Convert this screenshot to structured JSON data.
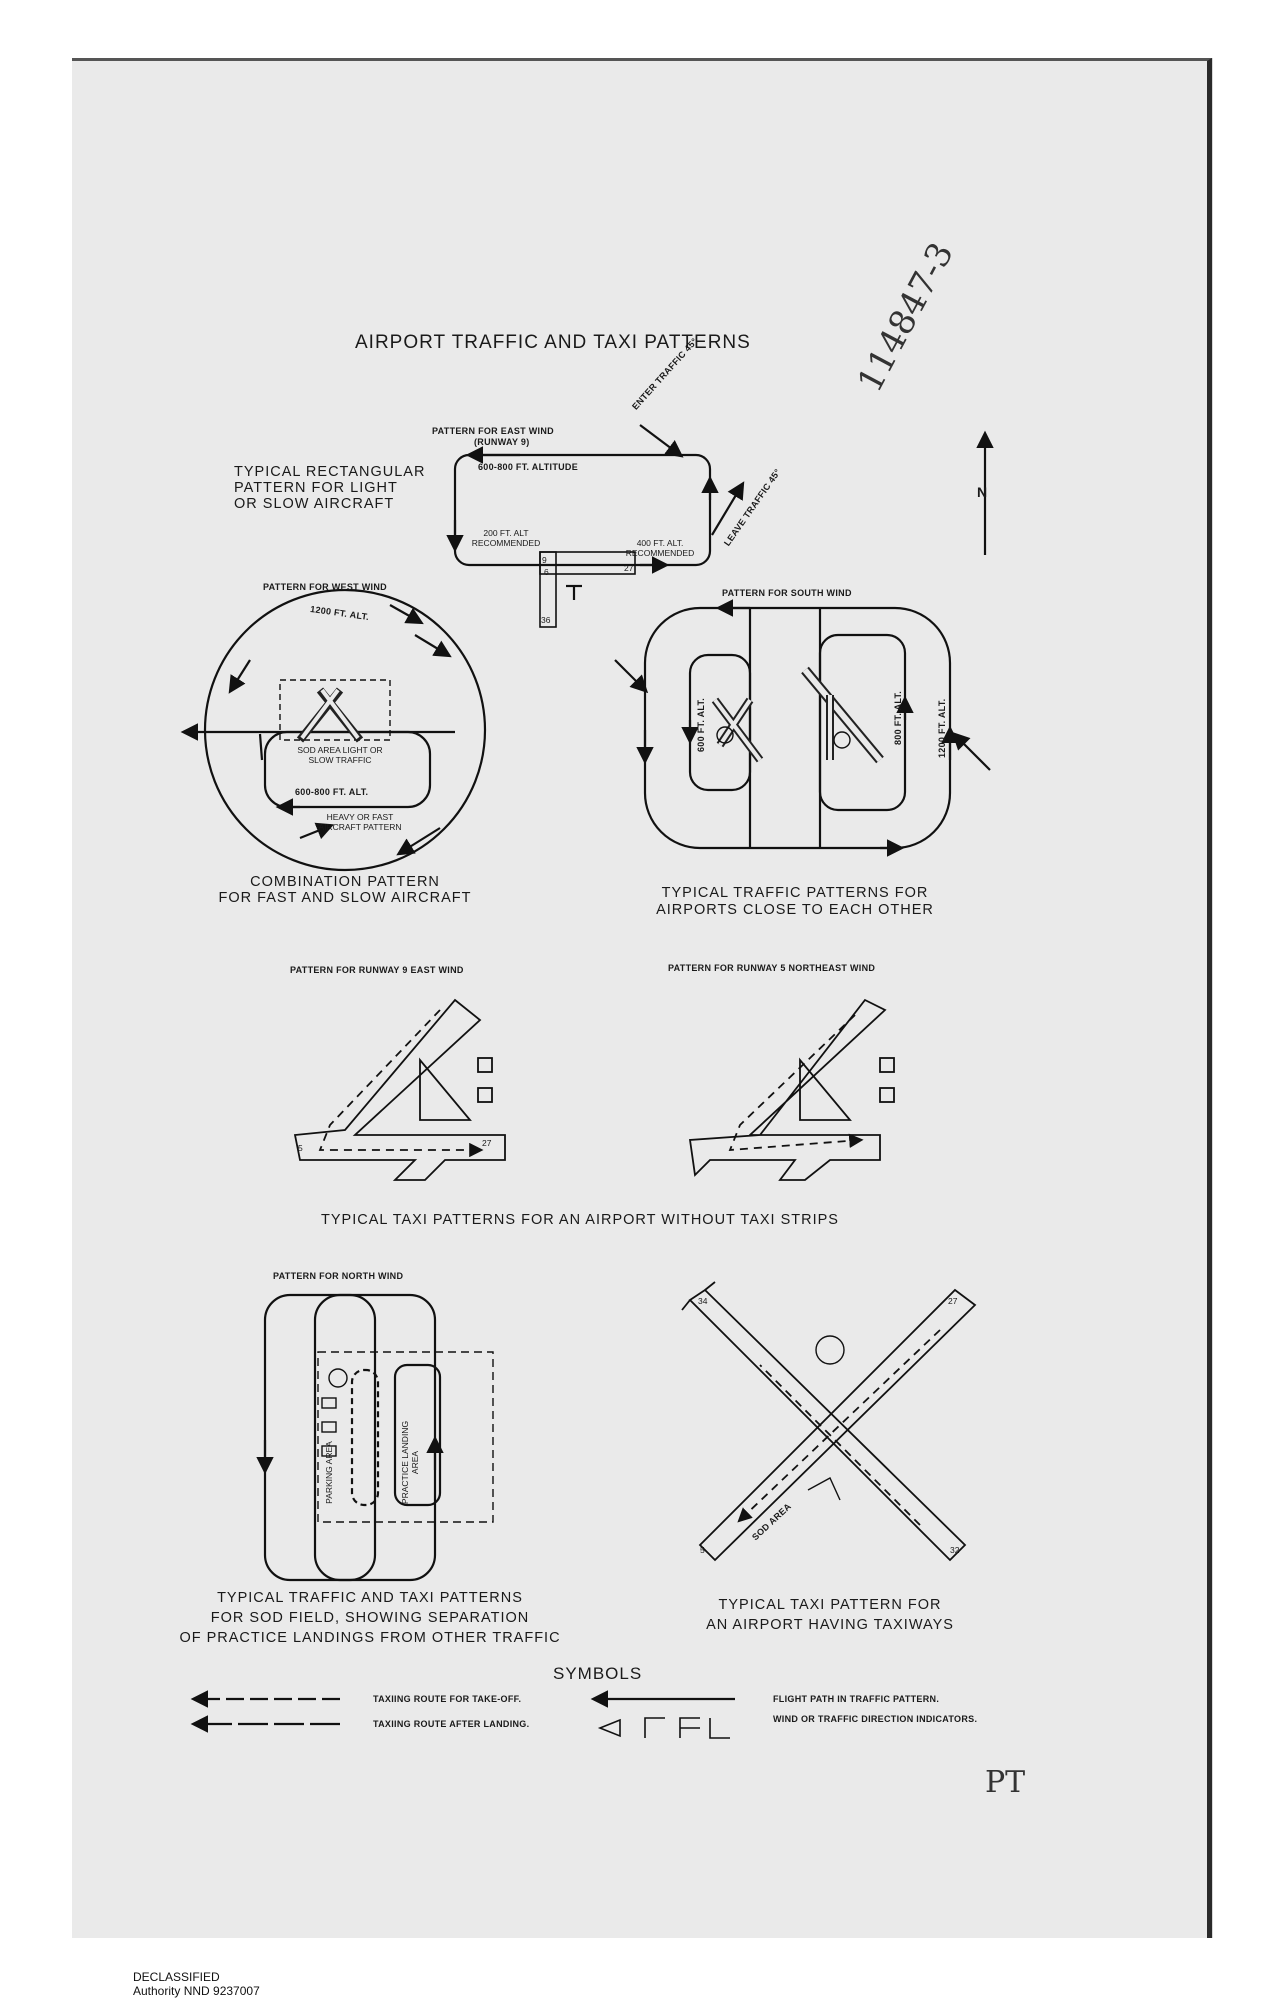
{
  "document": {
    "title": "AIRPORT TRAFFIC AND TAXI PATTERNS",
    "handwritten_ref": "114847-3",
    "handwritten_mark": "PT",
    "north_label": "N"
  },
  "rectangular": {
    "heading": "PATTERN FOR EAST WIND",
    "heading2": "(RUNWAY 9)",
    "caption_lines": [
      "TYPICAL RECTANGULAR",
      "PATTERN FOR LIGHT",
      "OR SLOW AIRCRAFT"
    ],
    "altitude": "600-800 FT. ALTITUDE",
    "enter": "ENTER TRAFFIC 45°",
    "leave": "LEAVE TRAFFIC 45°",
    "alt200": "200 FT. ALT RECOMMENDED",
    "alt400": "400 FT. ALT. RECOMMENDED",
    "rw_labels": [
      "9",
      "6",
      "27",
      "36"
    ]
  },
  "combination": {
    "heading": "PATTERN FOR WEST WIND",
    "alt1200": "1200 FT. ALT.",
    "sod": "SOD AREA LIGHT OR SLOW TRAFFIC",
    "alt600": "600-800 FT. ALT.",
    "heavy": "HEAVY OR FAST AIRCRAFT PATTERN",
    "caption_lines": [
      "COMBINATION PATTERN",
      "FOR FAST AND SLOW AIRCRAFT"
    ]
  },
  "close_airports": {
    "heading": "PATTERN FOR SOUTH WIND",
    "alt600": "600 FT. ALT.",
    "alt800": "800 FT. ALT.",
    "alt1200": "1200 FT. ALT.",
    "caption_lines": [
      "TYPICAL TRAFFIC PATTERNS FOR",
      "AIRPORTS CLOSE TO EACH OTHER"
    ]
  },
  "taxi_no_strips": {
    "heading_left": "PATTERN FOR RUNWAY 9 EAST WIND",
    "heading_right": "PATTERN FOR RUNWAY 5 NORTHEAST WIND",
    "caption": "TYPICAL TAXI PATTERNS FOR AN AIRPORT WITHOUT TAXI STRIPS",
    "rw_labels": [
      "5",
      "27"
    ]
  },
  "sod_field": {
    "heading": "PATTERN FOR NORTH WIND",
    "parking": "PARKING AREA",
    "practice": "PRACTICE LANDING AREA",
    "caption_lines": [
      "TYPICAL TRAFFIC AND TAXI PATTERNS",
      "FOR SOD FIELD, SHOWING SEPARATION",
      "OF PRACTICE LANDINGS FROM OTHER TRAFFIC"
    ]
  },
  "taxiways": {
    "sod": "SOD AREA",
    "rw_labels": [
      "34",
      "27",
      "5",
      "32"
    ],
    "caption_lines": [
      "TYPICAL TAXI PATTERN FOR",
      "AN AIRPORT HAVING TAXIWAYS"
    ]
  },
  "symbols": {
    "heading": "SYMBOLS",
    "takeoff": "TAXIING ROUTE FOR TAKE-OFF.",
    "landing": "TAXIING ROUTE AFTER LANDING.",
    "flight": "FLIGHT PATH IN TRAFFIC PATTERN.",
    "wind": "WIND OR TRAFFIC DIRECTION INDICATORS."
  },
  "footer": {
    "line1": "DECLASSIFIED",
    "line2": "Authority NND 9237007"
  }
}
